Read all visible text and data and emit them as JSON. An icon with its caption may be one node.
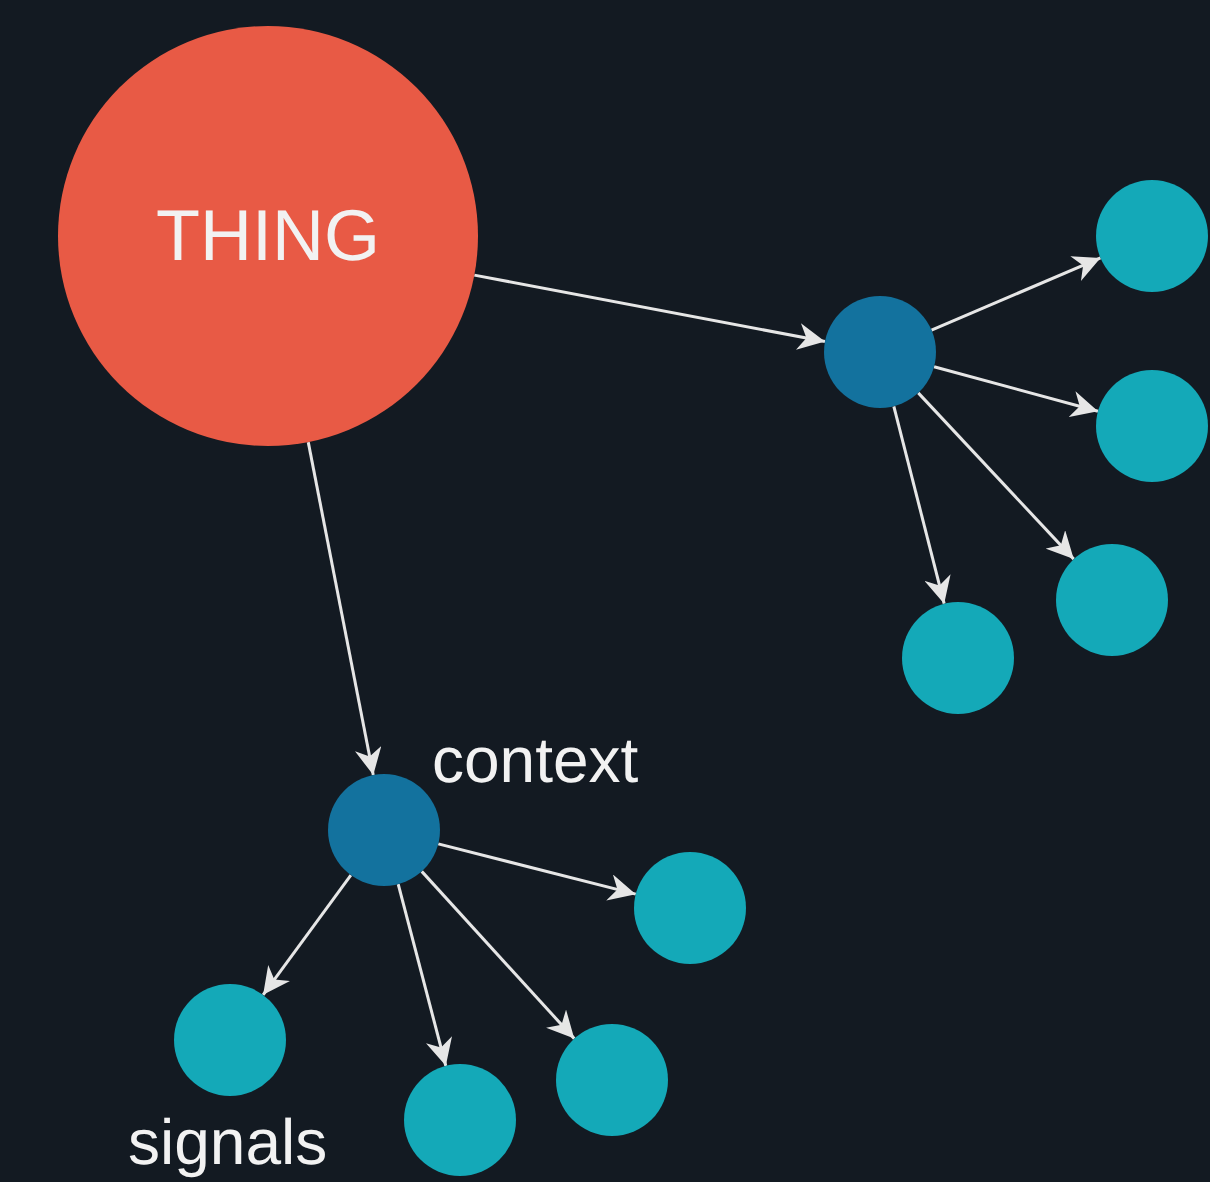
{
  "diagram": {
    "nodes": [
      {
        "text": [
          "THING"
        ]
      },
      {
        "text": [],
        "shape": "circle"
      },
      {
        "text": [],
        "shape": "circle"
      },
      {
        "text": [],
        "shape": "circle"
      },
      {
        "text": [],
        "shape": "circle"
      },
      {
        "text": [],
        "shape": "circle"
      },
      {
        "text": [],
        "shape": "circle",
        "beside": [
          "context"
        ]
      },
      {
        "text": [],
        "shape": "circle"
      },
      {
        "text": [],
        "shape": "circle",
        "beside": [
          "signals"
        ]
      },
      {
        "text": [],
        "shape": "circle"
      },
      {
        "text": [],
        "shape": "circle"
      }
    ],
    "edges": [
      {
        "from": 0,
        "to": 1,
        "arrow": "to"
      },
      {
        "from": 0,
        "to": 6,
        "arrow": "to"
      },
      {
        "from": 1,
        "to": 2,
        "arrow": "to"
      },
      {
        "from": 1,
        "to": 3,
        "arrow": "to"
      },
      {
        "from": 1,
        "to": 4,
        "arrow": "to"
      },
      {
        "from": 1,
        "to": 5,
        "arrow": "to"
      },
      {
        "from": 6,
        "to": 7,
        "arrow": "to"
      },
      {
        "from": 6,
        "to": 8,
        "arrow": "to"
      },
      {
        "from": 6,
        "to": 9,
        "arrow": "to"
      },
      {
        "from": 6,
        "to": 10,
        "arrow": "to"
      }
    ]
  }
}
